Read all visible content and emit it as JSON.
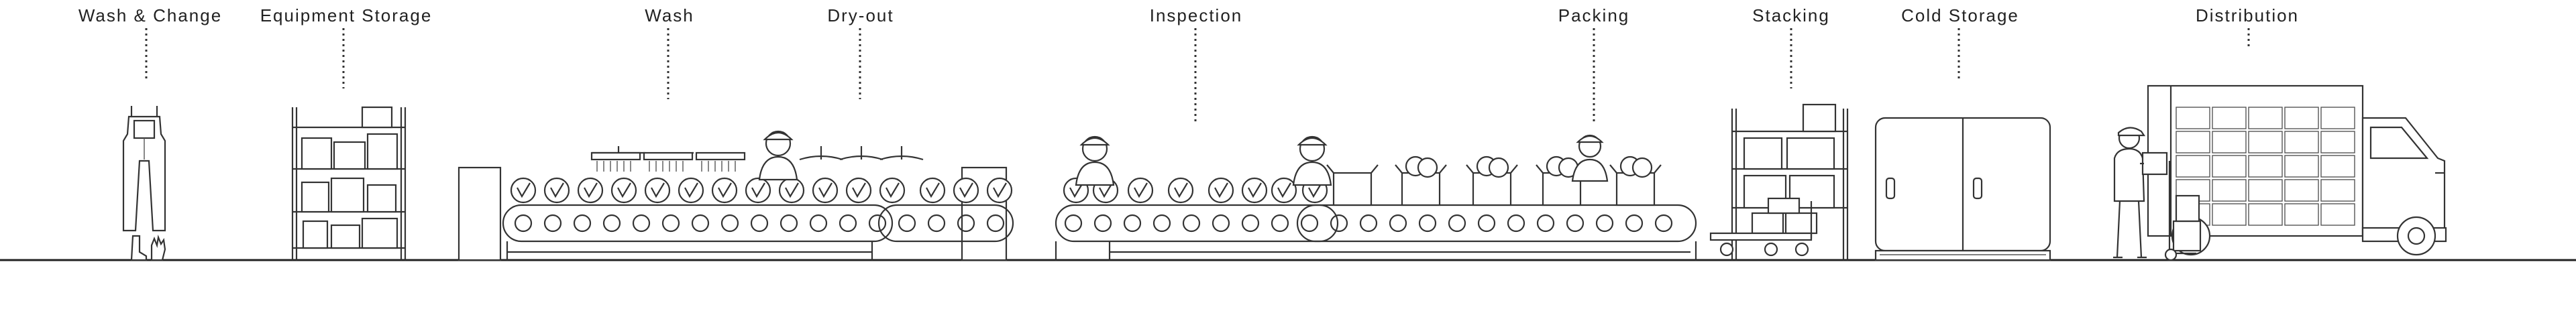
{
  "stages": [
    {
      "id": "wash-change",
      "label": "Wash & Change"
    },
    {
      "id": "equipment-storage",
      "label": "Equipment Storage"
    },
    {
      "id": "wash",
      "label": "Wash"
    },
    {
      "id": "dry-out",
      "label": "Dry-out"
    },
    {
      "id": "inspection",
      "label": "Inspection"
    },
    {
      "id": "packing",
      "label": "Packing"
    },
    {
      "id": "stacking",
      "label": "Stacking"
    },
    {
      "id": "cold-storage",
      "label": "Cold Storage"
    },
    {
      "id": "distribution",
      "label": "Distribution"
    }
  ],
  "colors": {
    "line": "#333333",
    "background": "#ffffff",
    "label": "#222222"
  }
}
